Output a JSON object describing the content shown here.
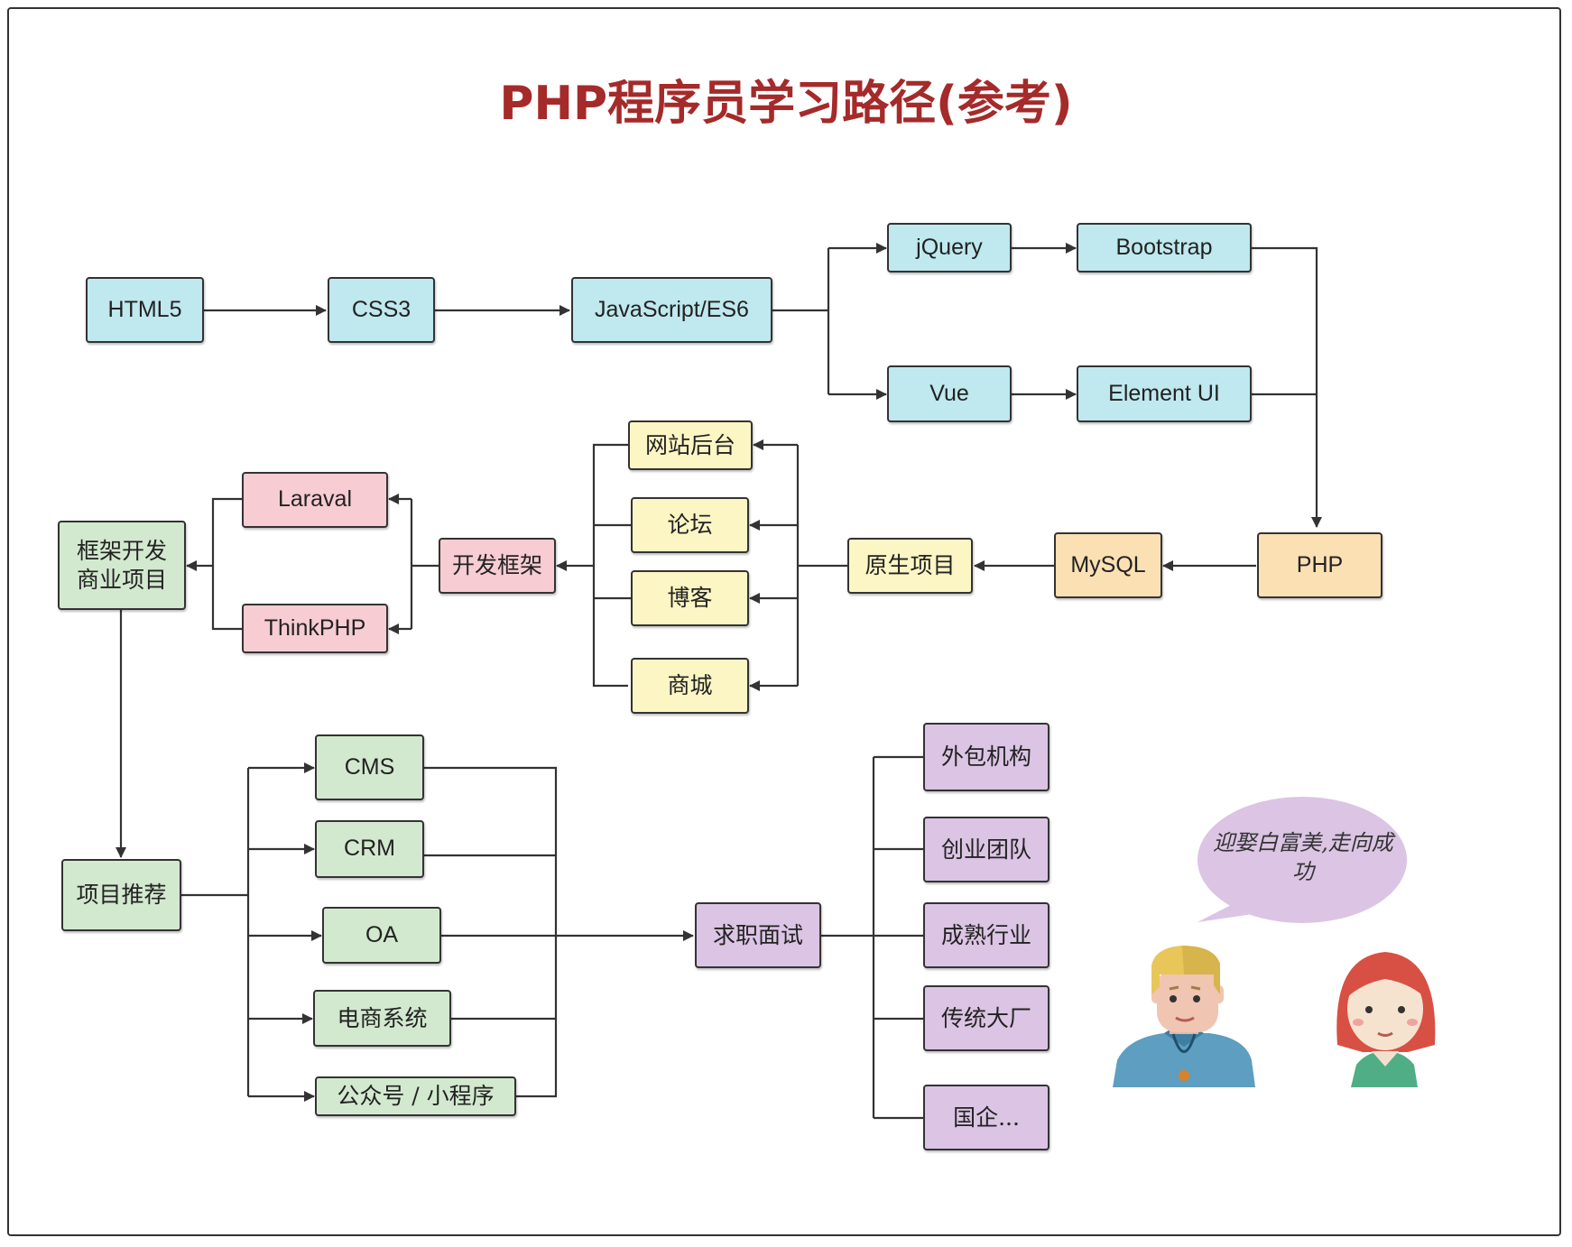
{
  "title": "PHP程序员学习路径(参考)",
  "colors": {
    "title": "#a52a2a",
    "frontend": "#bfe8ef",
    "project": "#fcf6c4",
    "framework": "#f7ccd3",
    "business": "#d3e9cf",
    "career": "#dcc4e4",
    "backend": "#fbe0b4"
  },
  "frontend": {
    "html5": "HTML5",
    "css3": "CSS3",
    "javascript": "JavaScript/ES6",
    "jquery": "jQuery",
    "bootstrap": "Bootstrap",
    "vue": "Vue",
    "element_ui": "Element UI"
  },
  "backend": {
    "php": "PHP",
    "mysql": "MySQL"
  },
  "native_projects": {
    "label": "原生项目",
    "items": [
      "网站后台",
      "论坛",
      "博客",
      "商城"
    ]
  },
  "frameworks": {
    "label": "开发框架",
    "items": [
      "Laraval",
      "ThinkPHP"
    ]
  },
  "framework_projects": "框架开发\n商业项目",
  "recommended_projects": {
    "label": "项目推荐",
    "items": [
      "CMS",
      "CRM",
      "OA",
      "电商系统",
      "公众号 / 小程序"
    ]
  },
  "job_interview": {
    "label": "求职面试",
    "items": [
      "外包机构",
      "创业团队",
      "成熟行业",
      "传统大厂",
      "国企..."
    ]
  },
  "speech_bubble": "迎娶白富美,走向成功",
  "illustration": {
    "characters": [
      "man-avatar",
      "woman-avatar"
    ]
  }
}
